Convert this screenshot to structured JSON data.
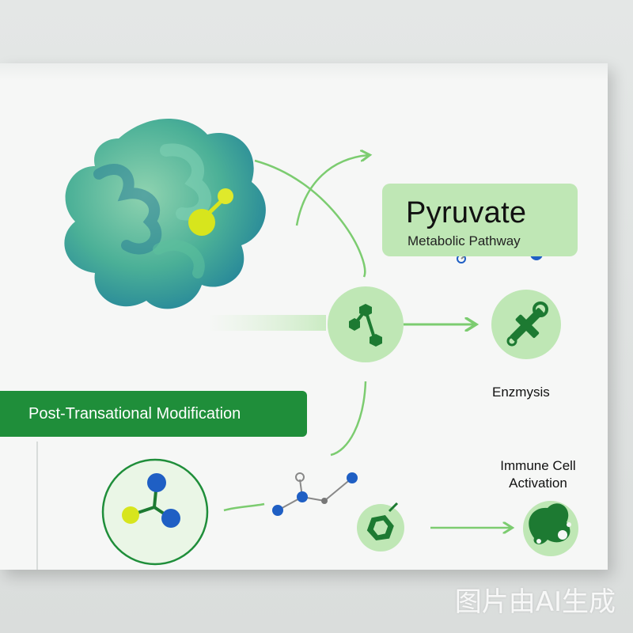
{
  "pyruvate": {
    "title": "Pyruvate",
    "subtitle": "Metabolic Pathway"
  },
  "ptm": {
    "label": "Post-Transational Modification"
  },
  "enzymes": {
    "label": "Enzmysis"
  },
  "immune": {
    "line1": "Immune Cell",
    "line2": "Activation"
  },
  "watermark": "图片由AI生成",
  "colors": {
    "accent_green": "#1f8e3a",
    "light_green": "#bfe7b5",
    "arrow_green": "#7ccc70",
    "node_blue": "#1f5fc4",
    "node_yellow": "#d7e51d"
  },
  "icons": [
    "protein-structure-icon",
    "molecule-icon",
    "wrench-tool-icon",
    "hexagon-molecule-icon",
    "immune-cell-icon"
  ]
}
